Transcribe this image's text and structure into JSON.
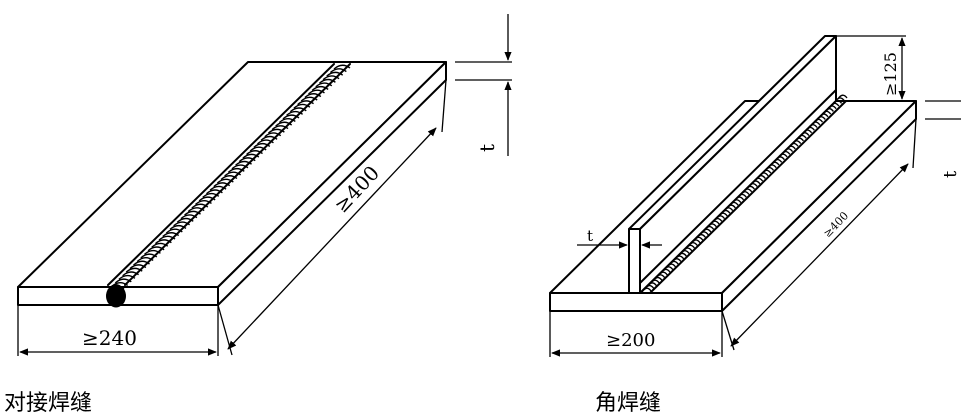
{
  "butt_weld": {
    "caption": "对接焊缝",
    "dim_width": "≥240",
    "dim_length": "≥400",
    "dim_thickness": "t"
  },
  "fillet_weld": {
    "caption": "角焊缝",
    "dim_width": "≥200",
    "dim_length": "≥400",
    "dim_height": "≥125",
    "dim_thickness_right": "t",
    "dim_thickness_web": "t"
  }
}
